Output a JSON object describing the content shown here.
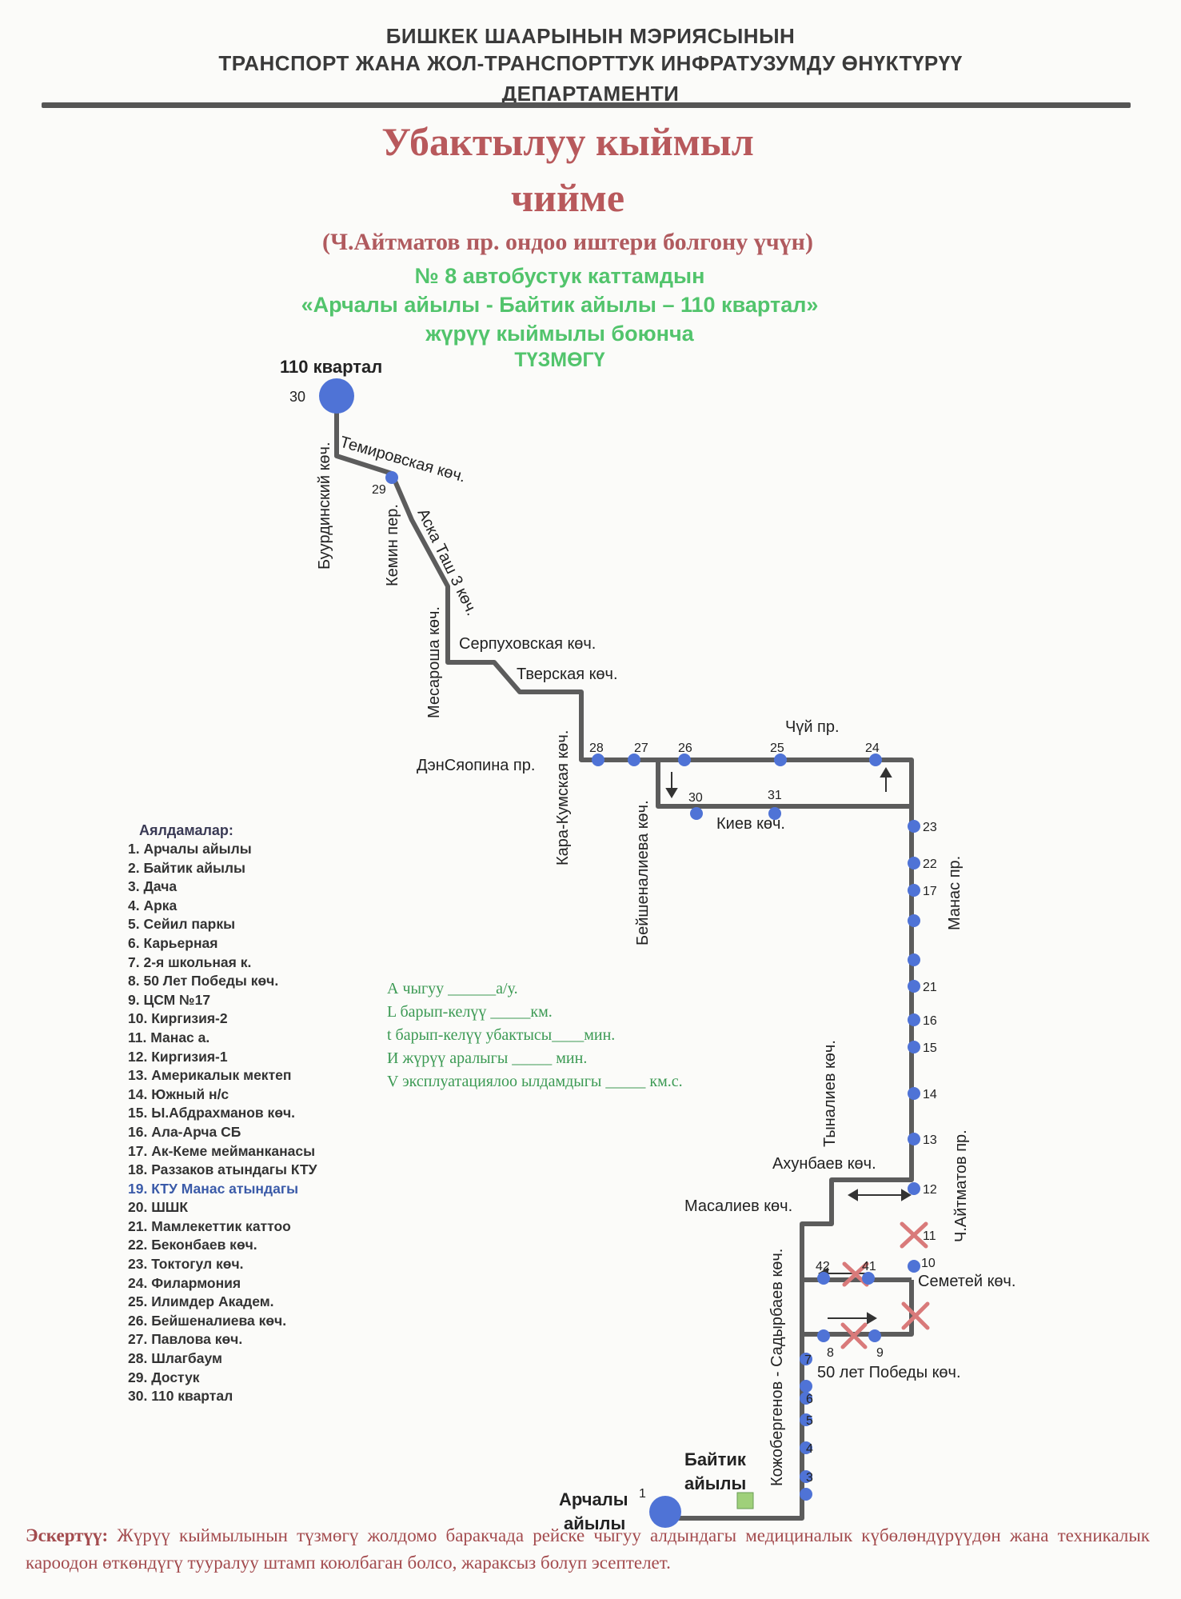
{
  "header": {
    "line1": "БИШКЕК ШААРЫНЫН  МЭРИЯСЫНЫН",
    "line2": "ТРАНСПОРТ ЖАНА ЖОЛ-ТРАНСПОРТТУК ИНФРАТУЗУМДУ ӨНҮКТҮРҮҮ",
    "line3": "ДЕПАРТАМЕНТИ"
  },
  "title": {
    "line1": "Убактылуу кыймыл",
    "line2": "чийме",
    "subtitle": "(Ч.Айтматов пр. ондоо иштери болгону үчүн)"
  },
  "route": {
    "line1": "№ 8  автобустук каттамдын",
    "line2": "«Арчалы айылы - Байтик айылы – 110 квартал»",
    "line3": "жүрүү кыймылы боюнча",
    "line4": "ТҮЗМӨГҮ"
  },
  "map": {
    "terminal_top": "110 квартал",
    "terminal_top_num": "30",
    "terminal_bottom_line1": "Арчалы",
    "terminal_bottom_line2": "айылы",
    "terminal_bottom_num": "1",
    "baytik_line1": "Байтик",
    "baytik_line2": "айылы",
    "streets": {
      "burdinskiy": "Буурдинский көч.",
      "temirovskaya": "Темировская көч.",
      "kemin": "Кемин пер.",
      "aska_tash": "Аска Таш 3 көч.",
      "mesarosha": "Месароша көч.",
      "serpukhovskaya": "Серпуховская көч.",
      "tverskaya": "Тверская көч.",
      "kara_kumskaya": "Кара-Кумская көч.",
      "densyaopina": "ДэнСяопина пр.",
      "beyshenalieva": "Бейшеналиева көч.",
      "chuy": "Чүй пр.",
      "kiev": "Киев көч.",
      "manas": "Манас пр.",
      "tynaliev": "Тыналиев көч.",
      "akhunbaev": "Ахунбаев көч.",
      "masaliev": "Масалиев көч.",
      "aitmatov": "Ч.Айтматов пр.",
      "semetey": "Семетей көч.",
      "kozhobergenov": "Кожобергенов - Садырбаев көч.",
      "pobedy": "50 лет Победы көч."
    },
    "stop_numbers": [
      "29",
      "28",
      "27",
      "26",
      "25",
      "24",
      "30",
      "31",
      "23",
      "22",
      "17",
      "21",
      "16",
      "15",
      "14",
      "13",
      "12",
      "11",
      "10",
      "42",
      "41",
      "8",
      "9",
      "7",
      "6",
      "5",
      "4",
      "3"
    ]
  },
  "legend": {
    "title": "Аялдамалар:",
    "items": [
      "1. Арчалы айылы",
      "2. Байтик  айылы",
      "3. Дача",
      "4. Арка",
      "5. Сейил паркы",
      "6. Карьерная",
      "7. 2-я школьная к.",
      "8. 50 Лет Победы көч.",
      "9. ЦСМ №17",
      "10. Киргизия-2",
      "11. Манас а.",
      "12. Киргизия-1",
      "13. Америкалык мектеп",
      "14. Южный н/с",
      "15. Ы.Абдрахманов көч.",
      "16. Ала-Арча СБ",
      "17. Ак-Кеме мейманканасы",
      "18. Раззаков атындагы КТУ",
      "19. КТУ Манас атындагы",
      "20. ШШК",
      "21. Мамлекеттик каттоо",
      "22. Беконбаев көч.",
      "23. Токтогул көч.",
      "24. Филармония",
      "25. Илимдер Академ.",
      "26. Бейшеналиева көч.",
      "27. Павлова көч.",
      "28. Шлагбаум",
      "29. Достук",
      "30. 110 квартал"
    ]
  },
  "params": [
    "А чыгуу ______а/у.",
    "L барып-келүү _____км.",
    "t барып-келүү убактысы____мин.",
    "И жүрүү аралыгы _____      мин.",
    "V эксплуатациялоо ылдамдыгы _____ км.с."
  ],
  "note": {
    "label": "Эскертүү:",
    "text": " Жүрүү кыймылынын түзмөгү жолдомо баракчада рейске чыгуу алдындагы медициналык күбөлөндүрүүдөн жана техникалык кароодон өткөндүгү тууралуу штамп коюлбаган болсо, жараксыз болуп эсептелет."
  },
  "colors": {
    "route": "#5c5c5c",
    "stop": "#4f73d6",
    "title": "#b8595c",
    "green": "#52c46c",
    "cross": "#d97a7a",
    "baytik_marker": "#9fd07a"
  }
}
